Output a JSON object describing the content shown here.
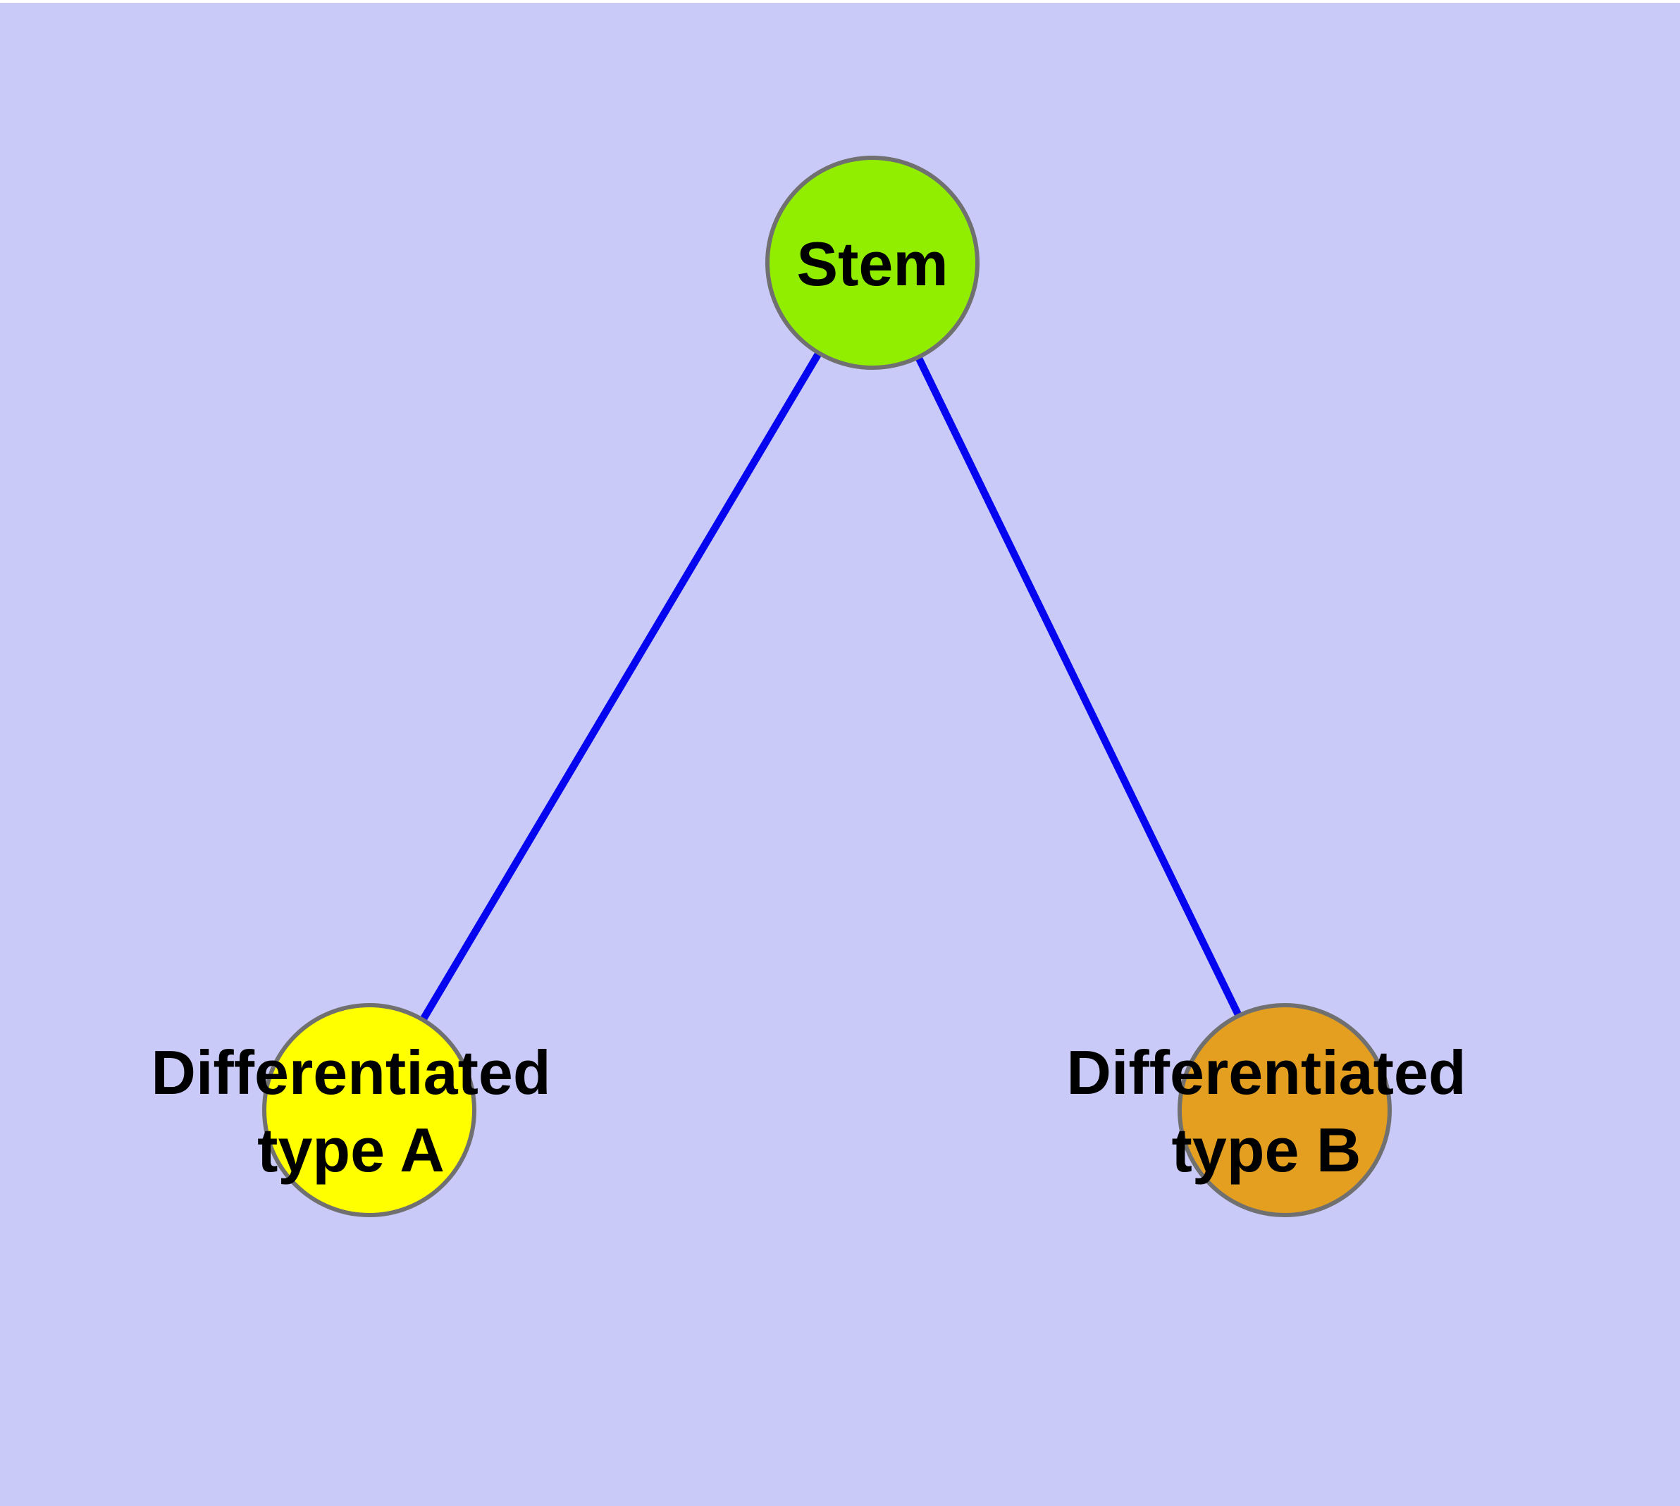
{
  "diagram": {
    "type": "node-link graph",
    "background_color": "#CACAF8",
    "top_strip_color": "#FFFFFF",
    "edge_color": "#0505F0",
    "node_border_color": "#707070",
    "label_color": "#000000",
    "nodes": [
      {
        "id": "stem",
        "label": "Stem",
        "fill_color": "#92EE00"
      },
      {
        "id": "diff-a",
        "label": "Differentiated\ntype A",
        "fill_color": "#FFFF00"
      },
      {
        "id": "diff-b",
        "label": "Differentiated\ntype B",
        "fill_color": "#E49F21"
      }
    ],
    "edges": [
      {
        "from": "Stem",
        "to": "Differentiated type A"
      },
      {
        "from": "Stem",
        "to": "Differentiated type B"
      }
    ]
  }
}
